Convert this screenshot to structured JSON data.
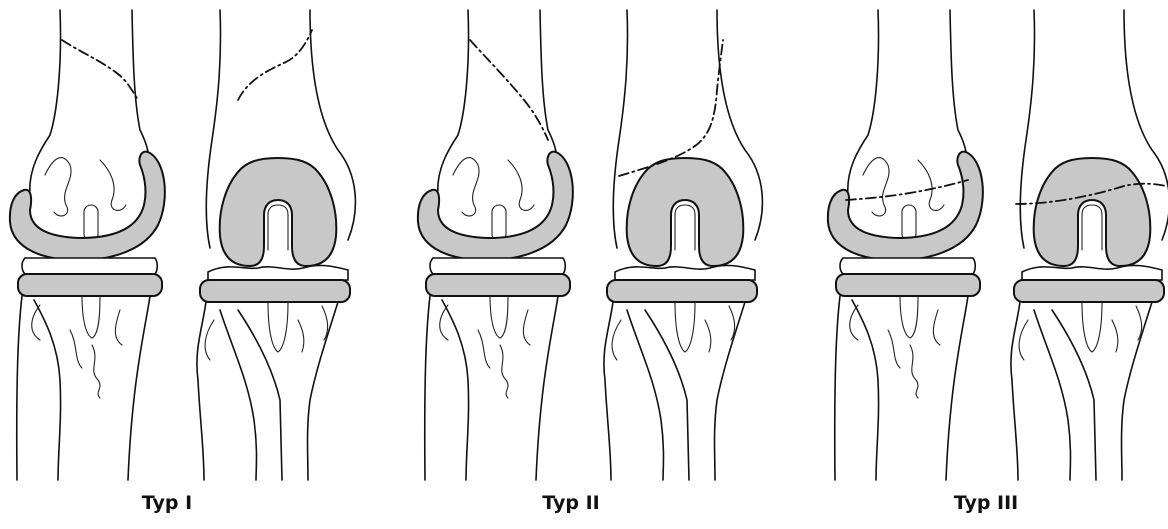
{
  "panels": [
    {
      "id": "typ-1",
      "label": "Typ I"
    },
    {
      "id": "typ-2",
      "label": "Typ II"
    },
    {
      "id": "typ-3",
      "label": "Typ III"
    }
  ],
  "colors": {
    "implant": "#c8c8c8",
    "line": "#111111",
    "background": "#ffffff"
  }
}
